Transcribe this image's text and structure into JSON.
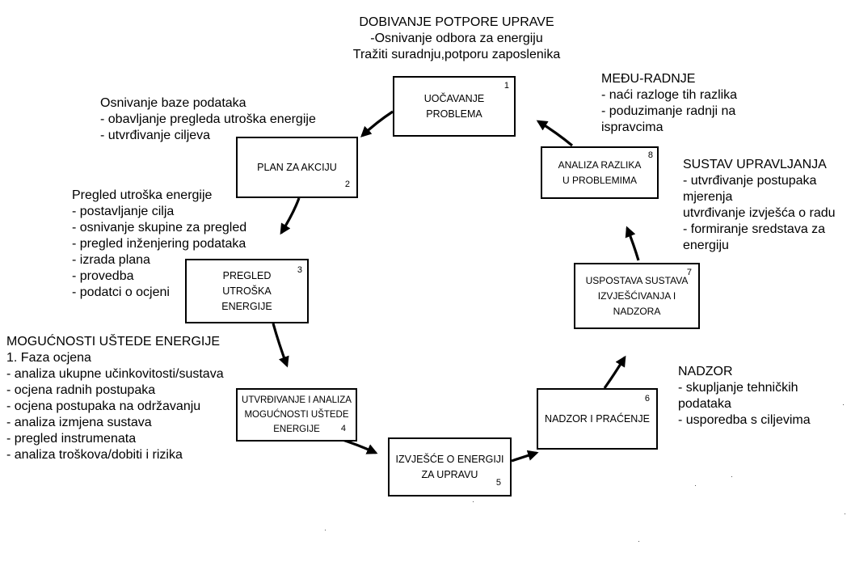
{
  "nodes": [
    {
      "id": 1,
      "label": "UOČAVANJE\nPROBLEMA",
      "number": "1"
    },
    {
      "id": 2,
      "label": "PLAN ZA AKCIJU",
      "number": "2"
    },
    {
      "id": 3,
      "label": "PREGLED\nUTROŠKA\nENERGIJE",
      "number": "3"
    },
    {
      "id": 4,
      "label": "UTVRĐIVANJE I ANALIZA\nMOGUĆNOSTI UŠTEDE\nENERGIJE",
      "number": "4"
    },
    {
      "id": 5,
      "label": "IZVJEŠĆE O ENERGIJI\nZA UPRAVU",
      "number": "5"
    },
    {
      "id": 6,
      "label": "NADZOR I PRAĆENJE",
      "number": "6"
    },
    {
      "id": 7,
      "label": "USPOSTAVA SUSTAVA\nIZVJEŠĆIVANJA I\nNADZORA",
      "number": "7"
    },
    {
      "id": 8,
      "label": "ANALIZA RAZLIKA\nU PROBLEMIMA",
      "number": "8"
    }
  ],
  "notes": {
    "top": {
      "title": "DOBIVANJE POTPORE UPRAVE",
      "lines": [
        "-Osnivanje odbora za energiju",
        "Tražiti suradnju,potporu zaposlenika"
      ]
    },
    "baza": {
      "title": "Osnivanje baze podataka",
      "lines": [
        "- obavljanje pregleda utroška energije",
        "- utvrđivanje ciljeva"
      ]
    },
    "pregled": {
      "title": "Pregled utroška energije",
      "lines": [
        "- postavljanje cilja",
        "- osnivanje skupine za pregled",
        "- pregled inženjering podataka",
        "- izrada plana",
        "- provedba",
        "- podatci o ocjeni"
      ]
    },
    "mogucnosti": {
      "title": "MOGUĆNOSTI UŠTEDE ENERGIJE",
      "lines": [
        "1. Faza ocjena",
        "- analiza ukupne učinkovitosti/sustava",
        "- ocjena radnih postupaka",
        "- ocjena postupaka na održavanju",
        "- analiza izmjena sustava",
        "- pregled instrumenata",
        "- analiza troškova/dobiti i rizika"
      ]
    },
    "medu": {
      "title": "MEĐU-RADNJE",
      "lines": [
        " - naći razloge tih razlika",
        "- poduzimanje radnji na",
        "ispravcima"
      ]
    },
    "sustav": {
      "title": "SUSTAV UPRAVLJANJA",
      "lines": [
        "- utvrđivanje postupaka",
        "mjerenja",
        "utvrđivanje izvješća o radu",
        "- formiranje sredstava za",
        "energiju"
      ]
    },
    "nadzor": {
      "title": "NADZOR",
      "lines": [
        "- skupljanje tehničkih",
        "podataka",
        "- usporedba s ciljevima"
      ]
    }
  }
}
